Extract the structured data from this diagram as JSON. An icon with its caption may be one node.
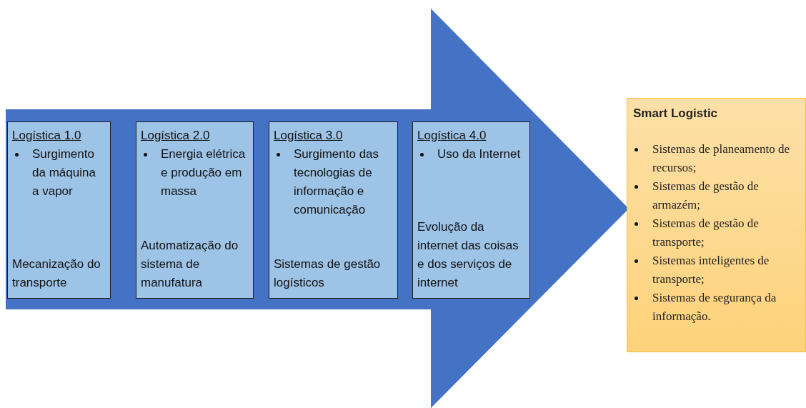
{
  "diagram": {
    "nodes": [
      {
        "text": [],
        "shape": "arrow"
      },
      {
        "text": [
          "Logística 1.0",
          "Surgimento da máquina a vapor",
          "Mecanização do transporte"
        ],
        "in": 0
      },
      {
        "text": [
          "Logística 2.0",
          "Energia elétrica e produção em massa",
          "Automatização do sistema de manufatura"
        ],
        "in": 0
      },
      {
        "text": [
          "Logística 3.0",
          "Surgimento das tecnologias de informação e comunicação",
          "Sistemas de gestão logísticos"
        ],
        "in": 0
      },
      {
        "text": [
          "Logística 4.0",
          "Uso da Internet",
          "Evolução da internet das coisas e dos serviços de internet"
        ],
        "in": 0
      },
      {
        "text": [
          "Smart Logistic",
          "Sistemas de planeamento de recursos;",
          "Sistemas de gestão de armazém;",
          "Sistemas de gestão de transporte;",
          "Sistemas inteligentes de transporte;",
          "Sistemas de segurança da informação."
        ]
      }
    ]
  }
}
